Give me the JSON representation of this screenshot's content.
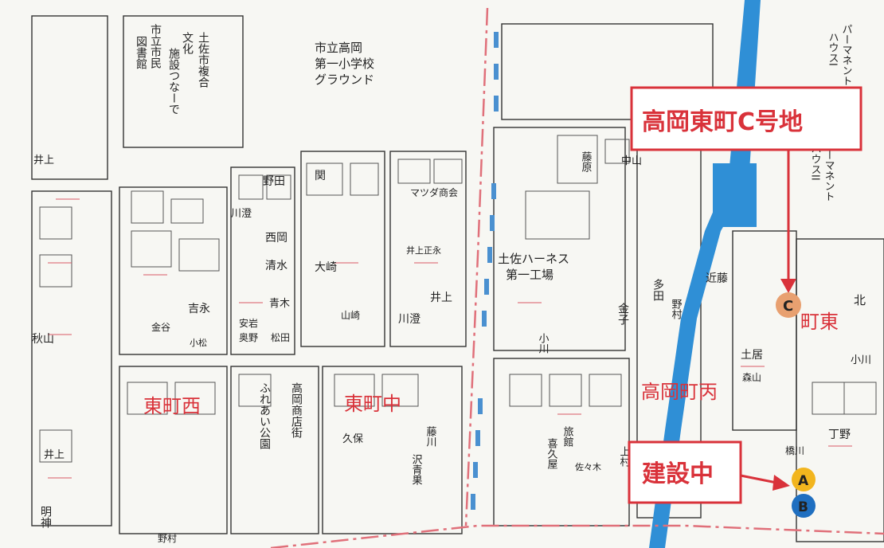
{
  "labels": {
    "tosa_complex": "土佐市複合",
    "culture": "文化",
    "site_tsunagode": "施設つなーで",
    "library1": "市立市民",
    "library2": "図書館",
    "school1": "市立高岡",
    "school2": "第一小学校",
    "school3": "グラウンド",
    "inoue_nw": "井上",
    "noda": "野田",
    "seki": "関",
    "kawasumi": "川澄",
    "nishioka": "西岡",
    "shimizu": "清水",
    "oosaki": "大崎",
    "aoki": "青木",
    "yasuba": "安岩",
    "okunou": "奥野",
    "matsuda": "松田",
    "kanaya": "金谷",
    "yamazaki": "山崎",
    "inoue_c": "井上",
    "kawasumi2": "川澄",
    "yoshinaga": "吉永",
    "akiyama": "秋山",
    "koiwa": "小松",
    "mazda": "マツダ商会",
    "inoue_kami": "井上正永",
    "harness1": "土佐ハーネス",
    "harness2": "第一工場",
    "fujihara": "藤原",
    "nakayama": "中山",
    "tada": "多田",
    "nomura": "野村",
    "kaneko": "金子",
    "kondo": "近藤",
    "ogawa_mid": "小川",
    "ogawa_e": "小川",
    "doi": "土居",
    "moriyama": "森山",
    "tono": "丁野",
    "hashikawa": "橋川",
    "kita": "北",
    "shopping1": "高岡商店街",
    "shopping2": "ふれあい公園",
    "kubo": "久保",
    "fujikawa1": "藤川",
    "fujikawa2": "沢青果",
    "ryokan1": "旅館",
    "ryokan2": "喜久屋",
    "uemura": "上村",
    "sasaki": "佐々木",
    "inoue_sw": "井上",
    "meijin": "明神",
    "nomura_s": "野村",
    "permanent1": "パーマネント",
    "permanent1b": "ハウスI",
    "permanent2": "パーマネント",
    "permanent2b": "ハウスII"
  },
  "districts": {
    "higashimachi_nishi": "東町西",
    "higashimachi_naka": "東町中",
    "takaoka_hei": "高岡町丙",
    "machi_higashi": "町東"
  },
  "callouts": {
    "site_c": "高岡東町C号地",
    "under_construction": "建設中"
  },
  "markers": {
    "a": "A",
    "b": "B",
    "c": "C"
  },
  "colors": {
    "road_line": "#e0707a",
    "river": "#2f8fd6",
    "accent_red": "#d9323a",
    "marker_a": "#f2b51e",
    "marker_b": "#1f6fc0",
    "marker_c": "#e8a070"
  }
}
